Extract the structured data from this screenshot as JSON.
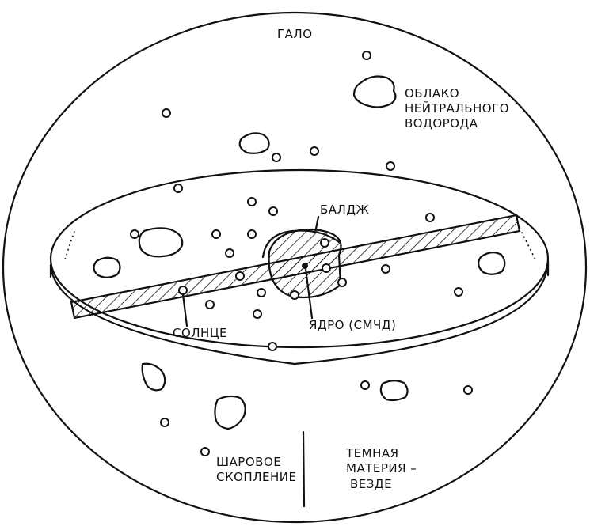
{
  "labels": {
    "halo": "ГАЛО",
    "cloud_line1": "ОБЛАКО",
    "cloud_line2": "НЕЙТРАЛЬНОГО",
    "cloud_line3": "ВОДОРОДА",
    "bulge": "БАЛДЖ",
    "core": "ЯДРО (СМЧД)",
    "sun": "СОЛНЦЕ",
    "globular_line1": "ШАРОВОЕ",
    "globular_line2": "СКОПЛЕНИЕ",
    "dark_line1": "ТЕМНАЯ",
    "dark_line2": "МАТЕРИЯ –",
    "dark_line3": "ВЕЗДЕ"
  }
}
